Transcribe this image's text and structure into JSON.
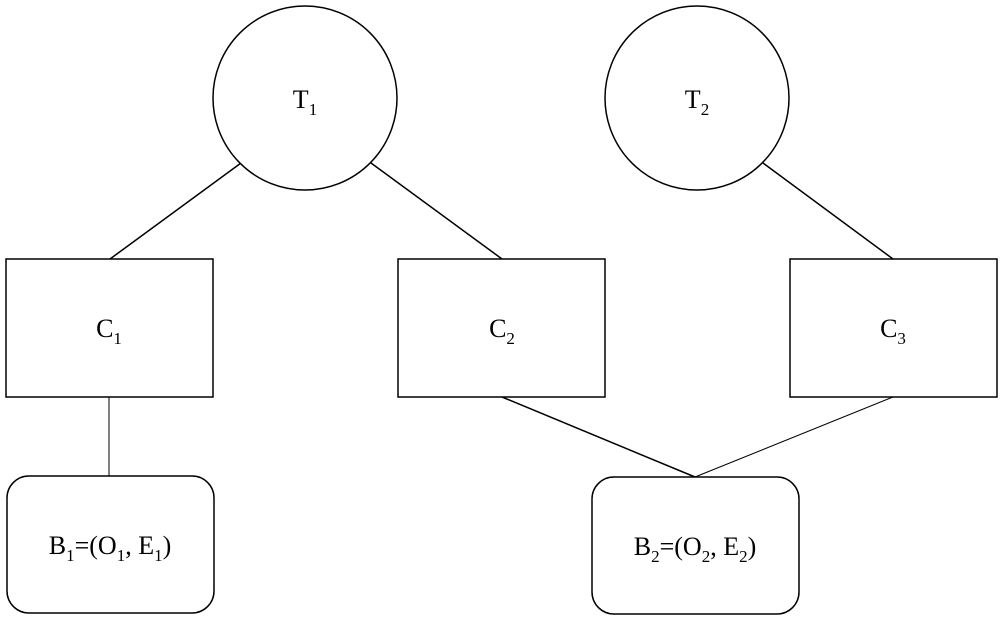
{
  "nodes": {
    "t1": {
      "base": "T",
      "sub": "1"
    },
    "t2": {
      "base": "T",
      "sub": "2"
    },
    "c1": {
      "base": "C",
      "sub": "1"
    },
    "c2": {
      "base": "C",
      "sub": "2"
    },
    "c3": {
      "base": "C",
      "sub": "3"
    },
    "b1": {
      "p1": "B",
      "s1": "1",
      "p2": "=(O",
      "s2": "1",
      "p3": ", E",
      "s3": "1",
      "p4": ")"
    },
    "b2": {
      "p1": "B",
      "s1": "2",
      "p2": "=(O",
      "s2": "2",
      "p3": ", E",
      "s3": "2",
      "p4": ")"
    }
  },
  "edges": [
    {
      "from": "t1",
      "to": "c1"
    },
    {
      "from": "t1",
      "to": "c2"
    },
    {
      "from": "t2",
      "to": "c3"
    },
    {
      "from": "c1",
      "to": "b1"
    },
    {
      "from": "c2",
      "to": "b2"
    },
    {
      "from": "c3",
      "to": "b2"
    }
  ]
}
